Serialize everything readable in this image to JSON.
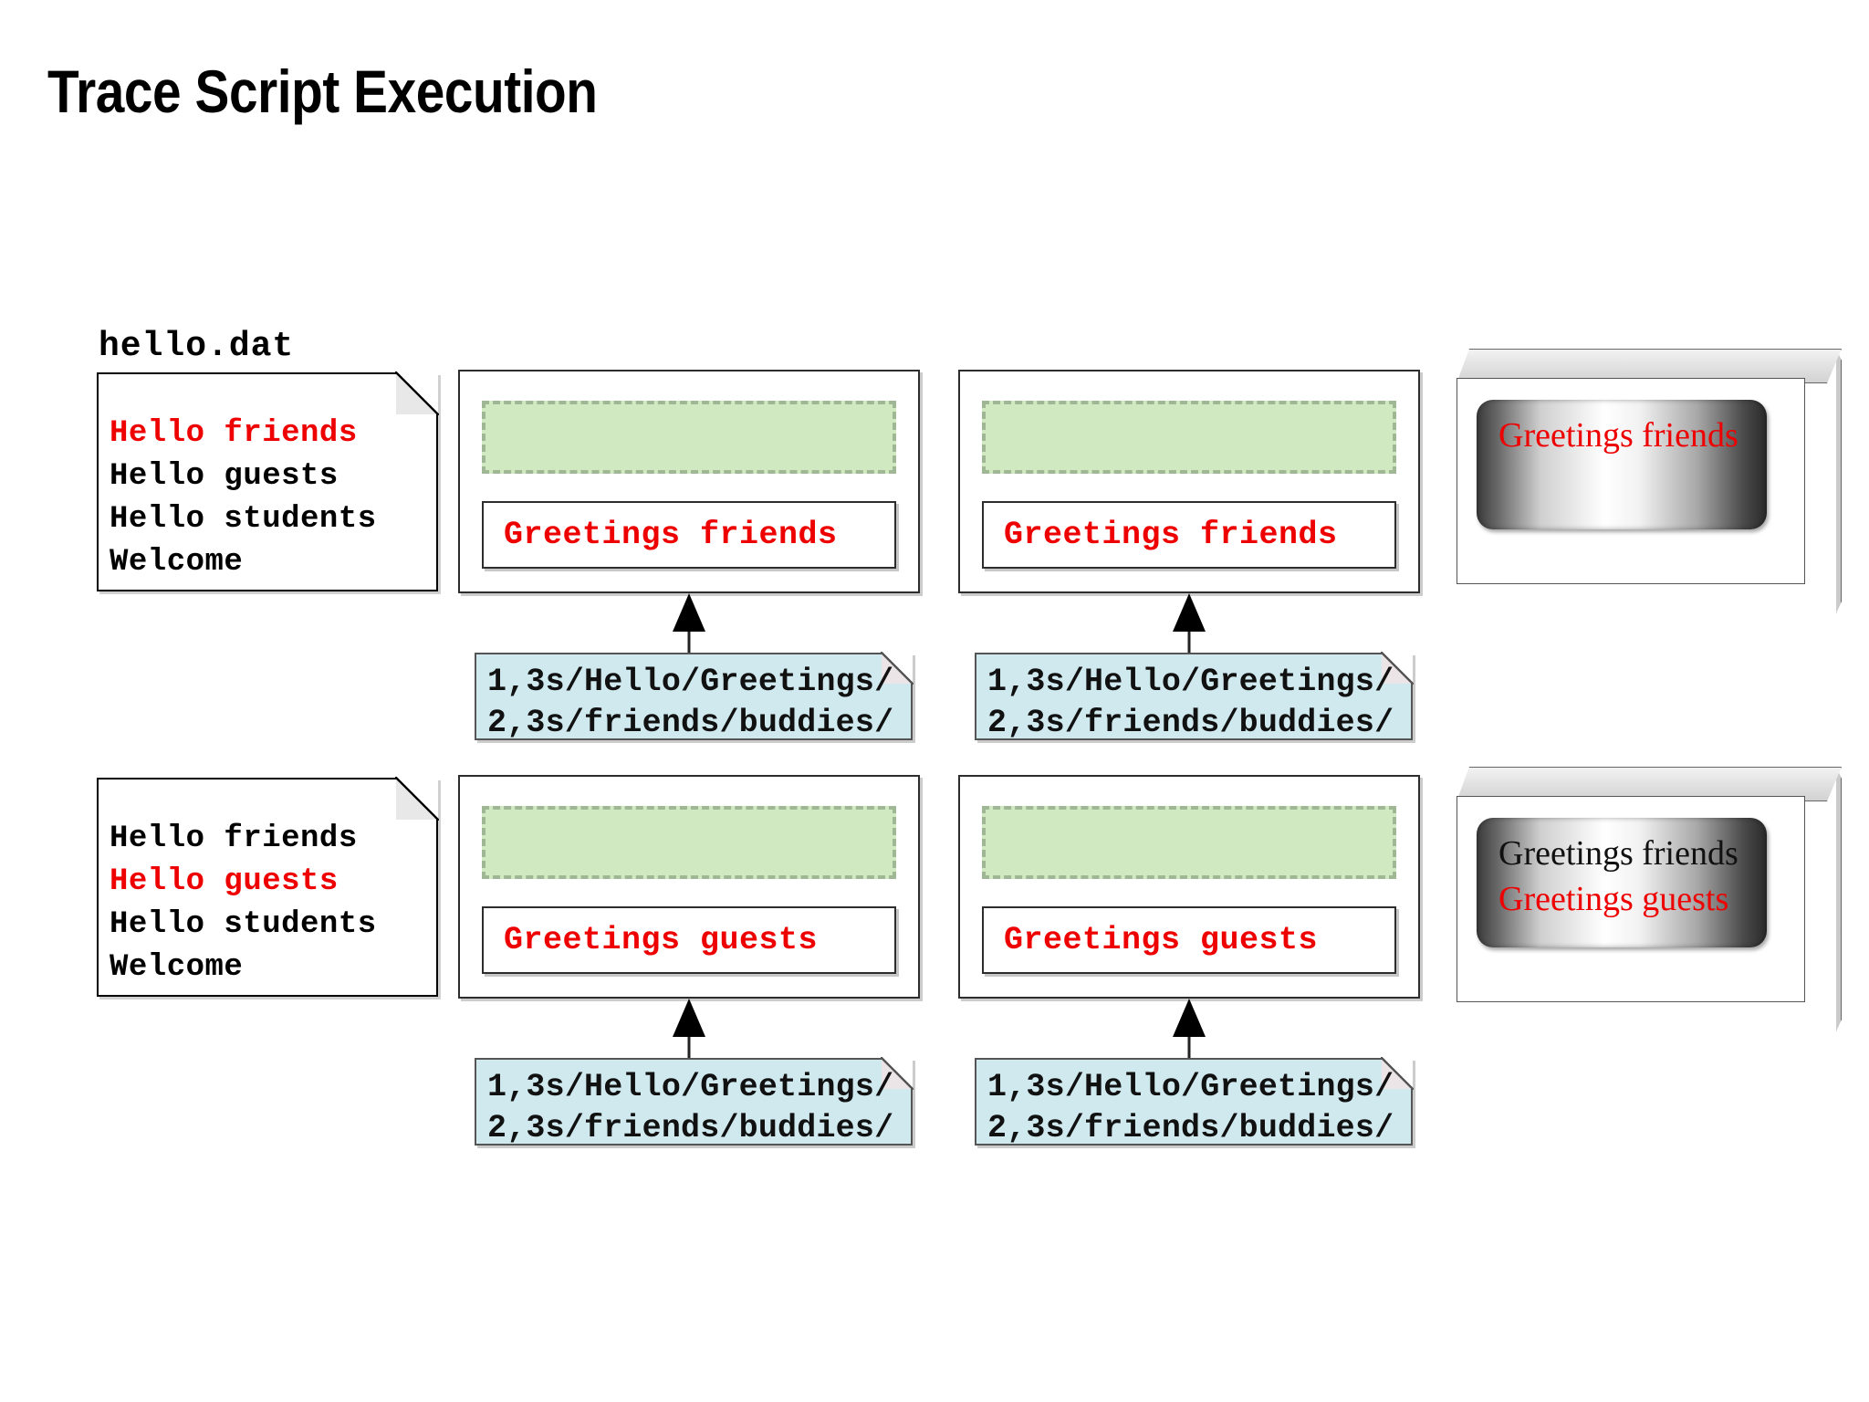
{
  "title": "Trace Script Execution",
  "colors": {
    "highlight_red": "#ee0000",
    "hold_space_green": "#d0e9c0",
    "hold_space_border": "#9fb795",
    "script_note_blue": "#cfe9ef",
    "text_black": "#000000"
  },
  "rows": [
    {
      "file": {
        "label": "hello.dat",
        "lines": [
          {
            "text": "Hello friends",
            "color": "red"
          },
          {
            "text": "Hello guests",
            "color": "black"
          },
          {
            "text": "Hello students",
            "color": "black"
          },
          {
            "text": "Welcome",
            "color": "black"
          }
        ]
      },
      "stages": [
        {
          "hold_space": "",
          "pattern_space": "Greetings friends",
          "script": {
            "lines": [
              "1,3s/Hello/Greetings/",
              "2,3s/friends/buddies/"
            ]
          }
        },
        {
          "hold_space": "",
          "pattern_space": "Greetings friends",
          "script": {
            "lines": [
              "1,3s/Hello/Greetings/",
              "2,3s/friends/buddies/"
            ]
          }
        }
      ],
      "monitor": {
        "lines": [
          {
            "text": "Greetings friends",
            "color": "red"
          }
        ]
      }
    },
    {
      "file": {
        "label": "",
        "lines": [
          {
            "text": "Hello friends",
            "color": "black"
          },
          {
            "text": "Hello guests",
            "color": "red"
          },
          {
            "text": "Hello students",
            "color": "black"
          },
          {
            "text": "Welcome",
            "color": "black"
          }
        ]
      },
      "stages": [
        {
          "hold_space": "",
          "pattern_space": "Greetings guests",
          "script": {
            "lines": [
              "1,3s/Hello/Greetings/",
              "2,3s/friends/buddies/"
            ]
          }
        },
        {
          "hold_space": "",
          "pattern_space": "Greetings guests",
          "script": {
            "lines": [
              "1,3s/Hello/Greetings/",
              "2,3s/friends/buddies/"
            ]
          }
        }
      ],
      "monitor": {
        "lines": [
          {
            "text": "Greetings friends",
            "color": "black"
          },
          {
            "text": "Greetings guests",
            "color": "red"
          }
        ]
      }
    }
  ]
}
